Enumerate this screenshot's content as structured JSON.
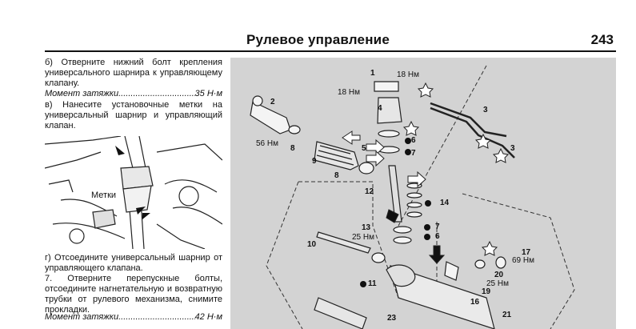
{
  "header": {
    "title": "Рулевое управление",
    "page_number": "243"
  },
  "left_column": {
    "step_b": "б) Отверните нижний болт крепления универсального шарнира к управляющему клапану.",
    "torque_1": {
      "label": "Момент затяжки",
      "value": "35 Н·м"
    },
    "step_v": "в) Нанесите установочные метки на универсальный шарнир и управляющий клапан.",
    "photo_label": "Метки",
    "step_g": "г) Отсоедините универсальный шарнир от управляющего клапана.",
    "step_7": "7. Отверните перепускные болты, отсоедините нагнетательную и возвратную трубки от рулевого механизма, снимите прокладки.",
    "torque_2": {
      "label": "Момент затяжки",
      "value": "42 Н·м"
    }
  },
  "diagram": {
    "callouts": {
      "n1": "1",
      "n2": "2",
      "n3a": "3",
      "n3b": "3",
      "n4": "4",
      "n5": "5",
      "n6a": "6",
      "n6b": "6",
      "n7a": "7",
      "n7b": "7",
      "n8a": "8",
      "n8b": "8",
      "n9": "9",
      "n10": "10",
      "n11": "11",
      "n12": "12",
      "n13": "13",
      "n14": "14",
      "n16": "16",
      "n17": "17",
      "n19": "19",
      "n20": "20",
      "n21": "21",
      "n23": "23"
    },
    "torques": {
      "t1": "18 Нм",
      "t2": "18 Нм",
      "t3": "56 Нм",
      "t4": "25 Нм",
      "t5": "69 Нм",
      "t6": "25 Нм"
    }
  },
  "colors": {
    "diagram_bg": "#d3d3d3",
    "text": "#111111"
  }
}
